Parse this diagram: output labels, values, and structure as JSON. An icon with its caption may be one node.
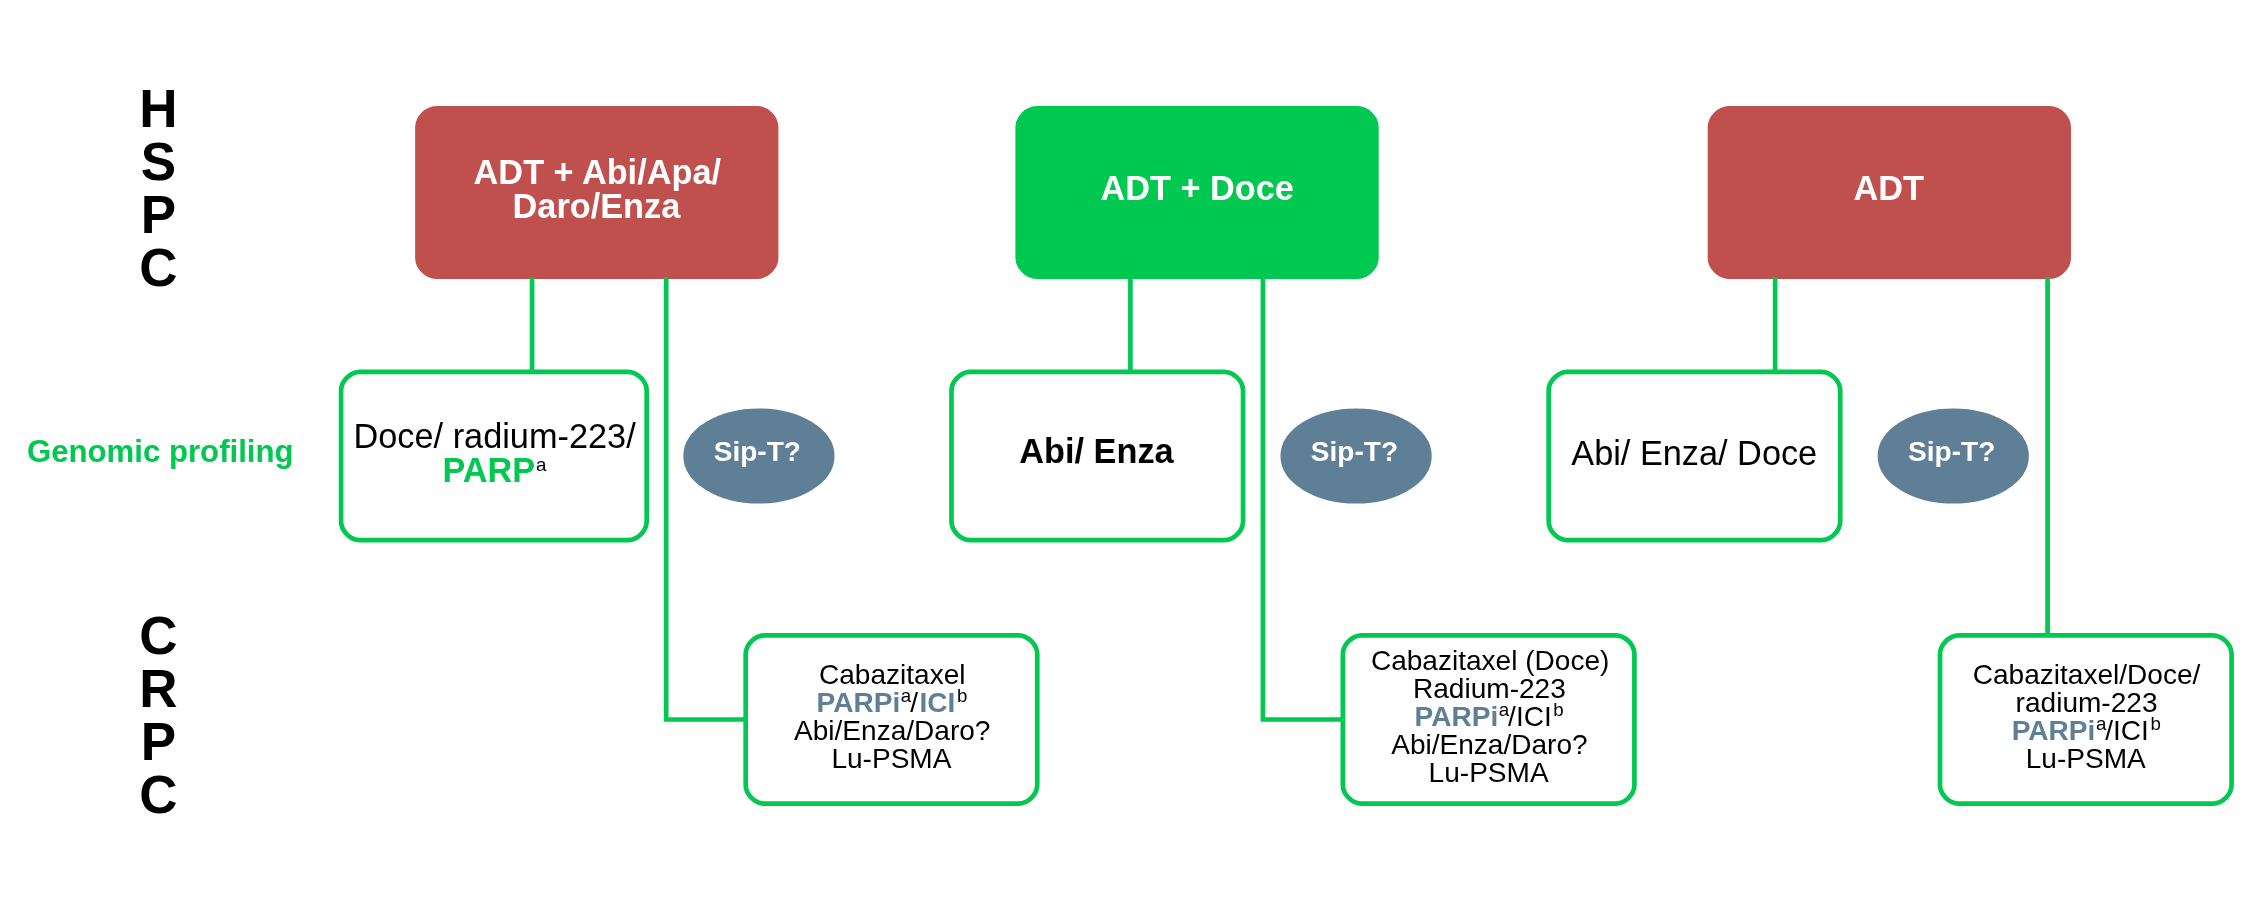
{
  "diagram": {
    "nodes": [
      {
        "text": [
          "ADT + Abi/Apa/ Daro/Enza"
        ]
      },
      {
        "text": [
          "ADT + Doce"
        ]
      },
      {
        "text": [
          "ADT"
        ]
      },
      {
        "text": [
          "Doce/ radium-223/ **PARP**$^{a}$"
        ]
      },
      {
        "text": [
          "Sip-T?"
        ]
      },
      {
        "text": [
          "Cabazitaxel **PARPi**$^{a}$/**ICI**$^{b}$ Abi/Enza/Daro? Lu-PSMA"
        ]
      },
      {
        "text": [
          "Abi/ Enza"
        ]
      },
      {
        "text": [
          "Sip-T?"
        ]
      },
      {
        "text": [
          "Cabazitaxel (Doce) Radium-223 **PARPi**$^{a}$/ICI$^{b}$ Abi/Enza/Daro? Lu-PSMA"
        ]
      },
      {
        "text": [
          "Abi/ Enza/ Doce"
        ]
      },
      {
        "text": [
          "Sip-T?"
        ]
      },
      {
        "text": [
          "Cabazitaxel/Doce/ radium-223 **PARPi**$^{a}$/ICI$^{b}$ Lu-PSMA"
        ]
      }
    ],
    "edges": [
      {
        "from": 0,
        "to": 3,
        "arrow": "none"
      },
      {
        "from": 0,
        "to": 5,
        "arrow": "none"
      },
      {
        "from": 1,
        "to": 6,
        "arrow": "none"
      },
      {
        "from": 1,
        "to": 8,
        "arrow": "none"
      },
      {
        "from": 2,
        "to": 9,
        "arrow": "none"
      },
      {
        "from": 2,
        "to": 11,
        "arrow": "none"
      }
    ],
    "labels": [
      "HSPC",
      "Genomic profiling",
      "CRPC"
    ]
  }
}
